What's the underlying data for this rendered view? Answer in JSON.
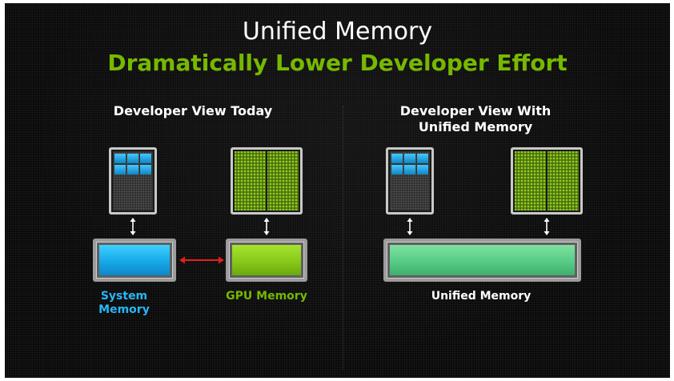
{
  "slide": {
    "title": "Unified Memory",
    "subtitle": "Dramatically Lower Developer Effort"
  },
  "left_panel": {
    "heading": "Developer View Today",
    "system_memory_label": "System\nMemory",
    "gpu_memory_label": "GPU Memory"
  },
  "right_panel": {
    "heading": "Developer View With\nUnified Memory",
    "unified_memory_label": "Unified Memory"
  },
  "colors": {
    "background": "#090909",
    "title": "#ffffff",
    "accent_green": "#76b900",
    "system_blue": "#29b6f6",
    "unified_green": "#57cc86",
    "link_arrow_red": "#e0201a"
  },
  "icons": [
    "cpu-chip-icon",
    "gpu-chip-icon",
    "double-arrow-icon"
  ]
}
